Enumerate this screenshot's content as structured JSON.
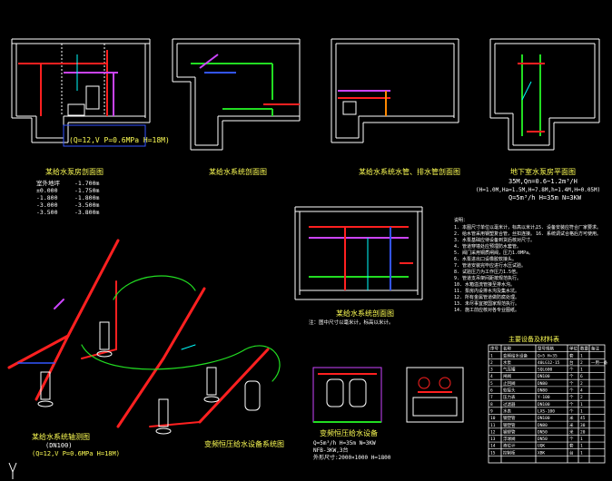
{
  "colors": {
    "background": "#000000",
    "wall": "#ffffff",
    "water_pipe": "#ff2020",
    "yellow_text": "#ffff55",
    "green": "#22dd22",
    "cyan": "#00ffff",
    "magenta": "#cc44ff",
    "blue": "#3355ff"
  },
  "sections": {
    "s1_spec": "(Q=12,V P=0.6MPa H=18M)",
    "s1_title": "某给水泵房剖面图",
    "s2_title": "某给水系统剖面图",
    "s3_title": "某给水系统水管、排水管剖面图",
    "s4_title": "地下室水泵房平面图",
    "s4_spec_1": "35M,Qn=0.6~1.2m³/H",
    "s4_spec_2": "(H=1.0M,Ha=1.5M,H=7.8M,h=1.4M,H=0.05M)",
    "s4_spec_3": "Q=5m³/h H=35m N=3KW"
  },
  "elevations": [
    {
      "label": "室外地坪",
      "value": "-1.700m"
    },
    {
      "label": "±0.000",
      "value": "-1.750m"
    },
    {
      "label": "-1.800",
      "value": "-1.800m"
    },
    {
      "label": "-3.000",
      "value": "-3.500m"
    },
    {
      "label": "-3.500",
      "value": "-3.800m"
    }
  ],
  "mid_section": {
    "title": "某给水系统剖面图",
    "note": "注：图中尺寸以毫米计，标高以米计。"
  },
  "notes": {
    "header": "说明：",
    "lines": [
      "1. 本图尺寸单位以毫米计，标高以米计。",
      "2. 给水管采用钢塑复合管，丝扣连接。",
      "3. 水泵基础应待设备到货后核对尺寸。",
      "4. 管道穿墙处应预埋防水套管。",
      "5. 阀门采用铜质闸阀，压力1.0MPa。",
      "6. 水泵进出口设橡胶软接头。",
      "7. 管道安装完毕应进行水压试验。",
      "8. 试验压力为工作压力1.5倍。",
      "9. 管道支吊架间距按规范执行。",
      "10. 水箱溢流管接至排水沟。",
      "11. 泵房内设排水沟及集水坑。",
      "12. 所有金属管道做防腐处理。",
      "13. 未尽事宜按国家规范执行。",
      "14. 施工前应核对各专业图纸。",
      "15. 设备安装应符合厂家要求。",
      "16. 系统调试合格后方可使用。"
    ]
  },
  "iso_system": {
    "title": "某给水系统轴测图",
    "sub": "(DN100)",
    "spec": "(Q=12,V P=0.6MPa H=18M)"
  },
  "pump_set_title": "变频恒压给水设备系统图",
  "equipment_title": "变频恒压给水设备",
  "equipment_lines": [
    "Q=5m³/h H=35m N=3KW",
    "NFB-3KW,3台",
    "外形尺寸:2000×1000 H=1800"
  ],
  "table": {
    "title": "主要设备及材料表",
    "headers": [
      "序号",
      "名称",
      "型号规格",
      "单位",
      "数量",
      "备注"
    ],
    "rows": [
      [
        "1",
        "变频给水设备",
        "Q=5 H=35",
        "套",
        "1",
        ""
      ],
      [
        "2",
        "水泵",
        "40LG12-15",
        "台",
        "2",
        "一用一备"
      ],
      [
        "3",
        "气压罐",
        "SQL600",
        "个",
        "1",
        ""
      ],
      [
        "4",
        "闸阀",
        "DN100",
        "个",
        "6",
        ""
      ],
      [
        "5",
        "止回阀",
        "DN80",
        "个",
        "2",
        ""
      ],
      [
        "6",
        "软接头",
        "DN80",
        "个",
        "4",
        ""
      ],
      [
        "7",
        "压力表",
        "Y-100",
        "个",
        "2",
        ""
      ],
      [
        "8",
        "过滤器",
        "DN100",
        "个",
        "1",
        ""
      ],
      [
        "9",
        "水表",
        "LXS-100",
        "个",
        "1",
        ""
      ],
      [
        "10",
        "钢塑管",
        "DN100",
        "米",
        "45",
        ""
      ],
      [
        "11",
        "钢塑管",
        "DN80",
        "米",
        "30",
        ""
      ],
      [
        "12",
        "钢塑管",
        "DN50",
        "米",
        "20",
        ""
      ],
      [
        "13",
        "浮球阀",
        "DN50",
        "个",
        "1",
        ""
      ],
      [
        "14",
        "液位计",
        "UQK",
        "套",
        "1",
        ""
      ],
      [
        "15",
        "控制柜",
        "XBK",
        "台",
        "1",
        ""
      ]
    ],
    "footer": [
      "",
      "",
      "",
      "",
      "",
      ""
    ]
  }
}
